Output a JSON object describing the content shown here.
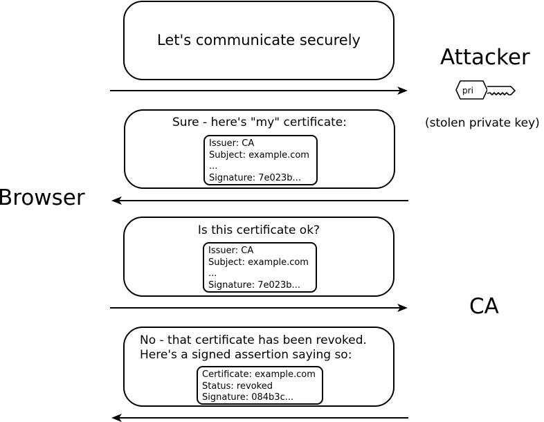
{
  "actors": {
    "browser": "Browser",
    "attacker": "Attacker",
    "ca": "CA",
    "key_label": "pri",
    "key_caption": "(stolen private key)"
  },
  "messages": {
    "m1": {
      "text": "Let's communicate securely"
    },
    "m2": {
      "text": "Sure - here's \"my\" certificate:",
      "cert": [
        "Issuer: CA",
        "Subject: example.com",
        "...",
        "Signature: 7e023b..."
      ]
    },
    "m3": {
      "text": "Is this certificate ok?",
      "cert": [
        "Issuer: CA",
        "Subject: example.com",
        "...",
        "Signature: 7e023b..."
      ]
    },
    "m4": {
      "text_line1": "No - that certificate has been revoked.",
      "text_line2": "Here's a signed assertion saying so:",
      "cert": [
        "Certificate: example.com",
        "Status: revoked",
        "Signature: 084b3c..."
      ]
    }
  }
}
